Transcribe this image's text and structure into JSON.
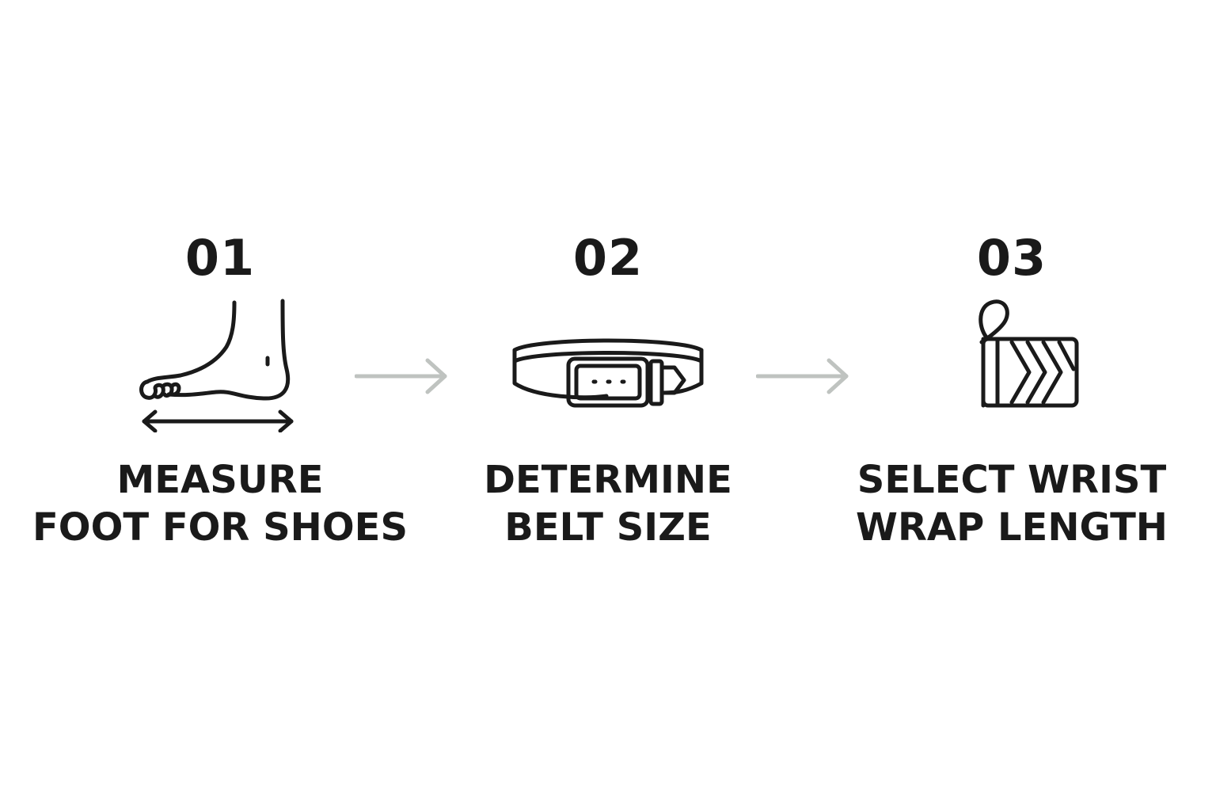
{
  "colors": {
    "ink": "#1a1a1a",
    "arrow": "#bfc3c0",
    "background": "#ffffff"
  },
  "steps": [
    {
      "number": "01",
      "icon": "foot-measure-icon",
      "label_line1": "MEASURE",
      "label_line2": "FOOT FOR SHOES"
    },
    {
      "number": "02",
      "icon": "belt-icon",
      "label_line1": "DETERMINE",
      "label_line2": "BELT SIZE"
    },
    {
      "number": "03",
      "icon": "wrist-wrap-icon",
      "label_line1": "SELECT WRIST",
      "label_line2": "WRAP LENGTH"
    }
  ],
  "connectors": [
    {
      "from": "01",
      "to": "02",
      "icon": "arrow-right-icon"
    },
    {
      "from": "02",
      "to": "03",
      "icon": "arrow-right-icon"
    }
  ]
}
